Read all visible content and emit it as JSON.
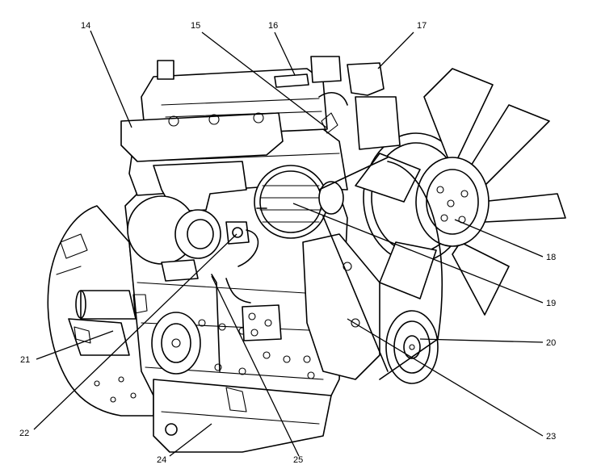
{
  "diagram": {
    "callouts": [
      {
        "id": "c14",
        "label": "14"
      },
      {
        "id": "c15",
        "label": "15"
      },
      {
        "id": "c16",
        "label": "16"
      },
      {
        "id": "c17",
        "label": "17"
      },
      {
        "id": "c18",
        "label": "18"
      },
      {
        "id": "c19",
        "label": "19"
      },
      {
        "id": "c20",
        "label": "20"
      },
      {
        "id": "c21",
        "label": "21"
      },
      {
        "id": "c22",
        "label": "22"
      },
      {
        "id": "c23",
        "label": "23"
      },
      {
        "id": "c24",
        "label": "24"
      },
      {
        "id": "c25",
        "label": "25"
      }
    ]
  }
}
